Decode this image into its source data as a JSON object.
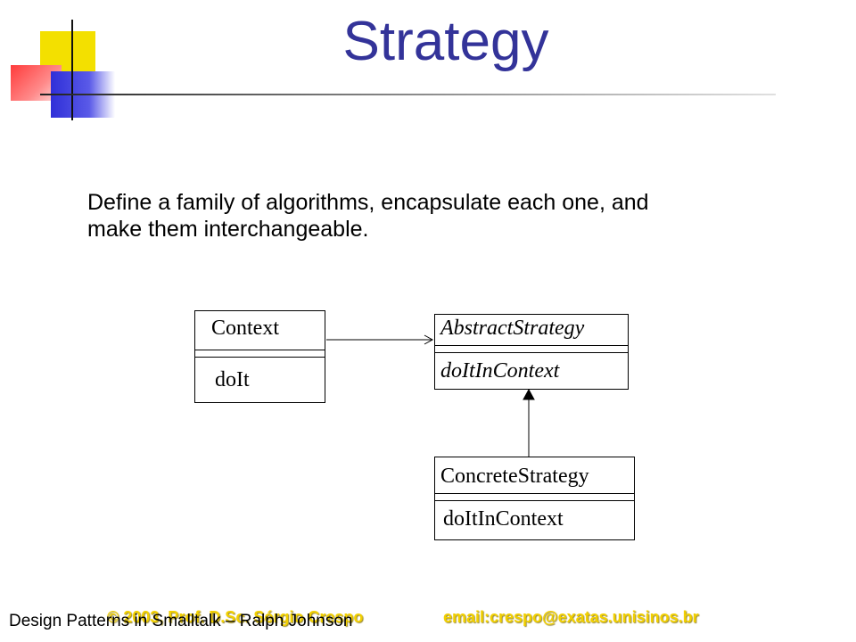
{
  "slide": {
    "title": "Strategy",
    "description": "Define a family of algorithms, encapsulate each one, and make them interchangeable."
  },
  "diagram": {
    "context": {
      "name": "Context",
      "operation": "doIt"
    },
    "abstract_strategy": {
      "name": "AbstractStrategy",
      "operation": "doItInContext"
    },
    "concrete_strategy": {
      "name": "ConcreteStrategy",
      "operation": "doItInContext"
    }
  },
  "footer": {
    "copyright": "© 2003, Prof. D.Sc. Sérgio Crespo",
    "email": "email:crespo@exatas.unisinos.br",
    "source": "Design Patterns in Smalltalk – Ralph Johnson"
  },
  "colors": {
    "title": "#333399",
    "footer_accent": "#f2d000"
  }
}
